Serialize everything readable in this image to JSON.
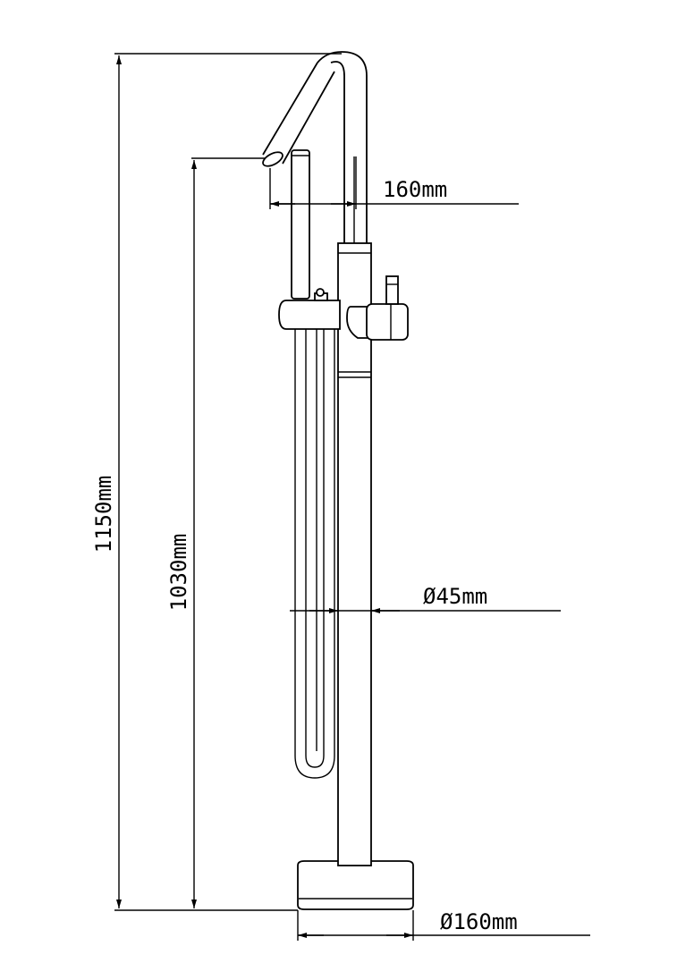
{
  "dimensions": {
    "total_height": "1150mm",
    "spout_height": "1030mm",
    "spout_reach": "160mm",
    "column_diameter": "Ø45mm",
    "base_diameter": "Ø160mm"
  }
}
